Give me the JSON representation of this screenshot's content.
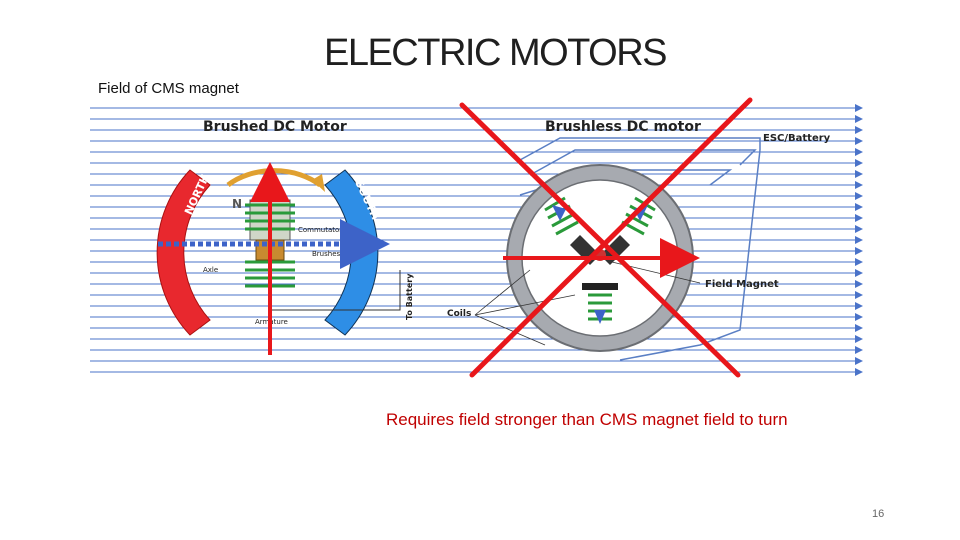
{
  "slide": {
    "title": "ELECTRIC MOTORS",
    "field_label": "Field of CMS magnet",
    "caption": "Requires field stronger than CMS magnet field to turn",
    "page_number": "16"
  },
  "brushed": {
    "title": "Brushed DC Motor",
    "labels": {
      "north": "NORTH",
      "south": "SOUTH",
      "n": "N",
      "commutator": "Commutator",
      "brushes": "Brushes",
      "axle": "Axle",
      "armature": "Armature",
      "battery": "To Battery"
    }
  },
  "brushless": {
    "title": "Brushless DC motor",
    "labels": {
      "esc": "ESC/Battery",
      "field_magnet": "Field Magnet",
      "coils": "Coils"
    }
  },
  "colors": {
    "field_lines": "#4a73c9",
    "crossout": "#e8171b",
    "arrow": "#e8171b",
    "north_pole": "#e8282e",
    "south_pole": "#2e8ee6",
    "caption": "#c00000"
  }
}
